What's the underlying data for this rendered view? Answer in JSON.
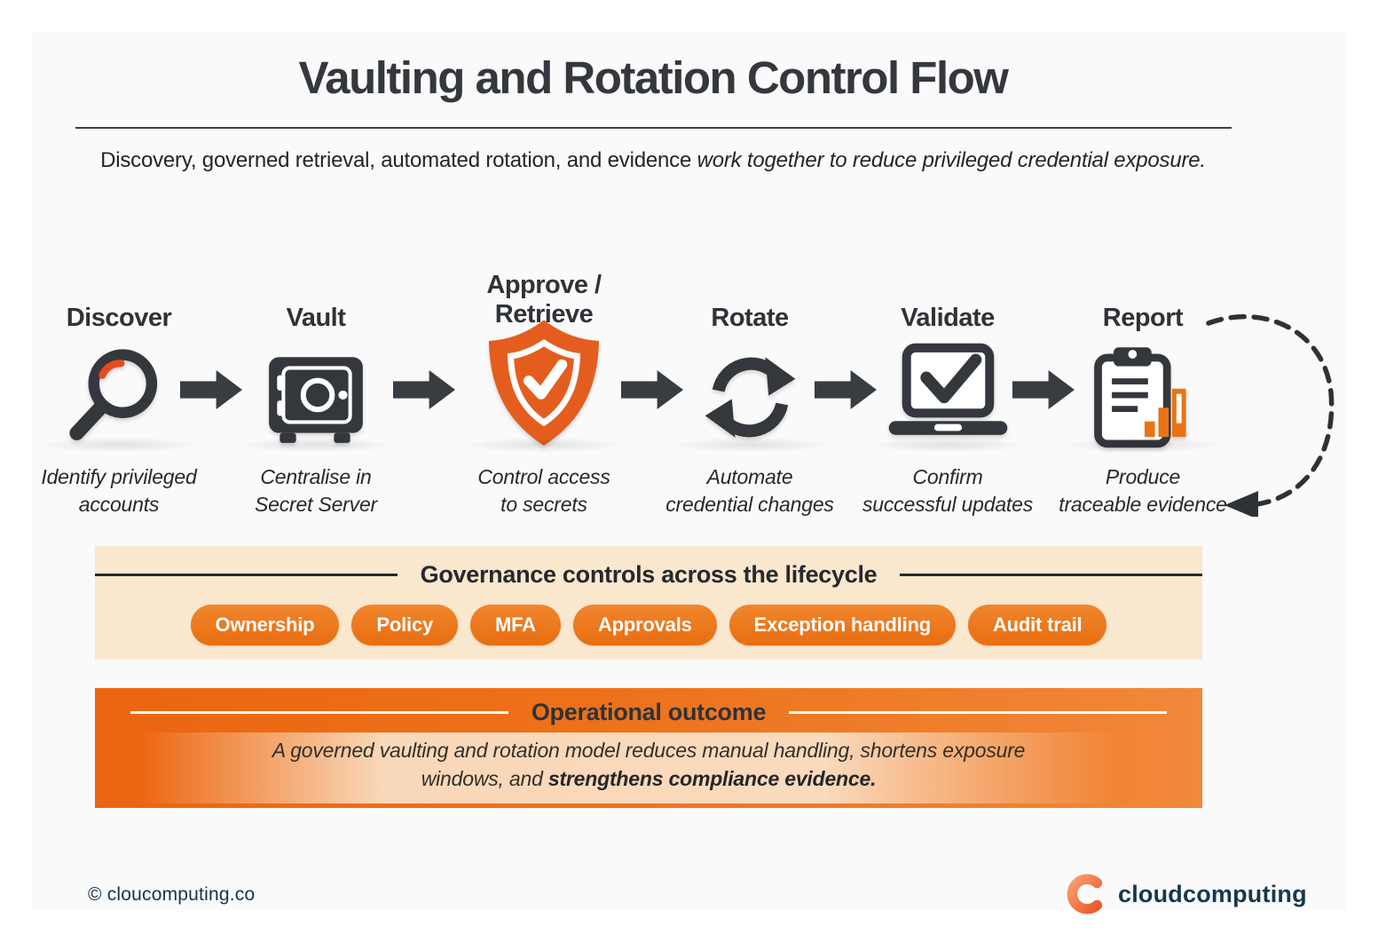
{
  "header": {
    "title": "Vaulting and Rotation Control Flow",
    "subtitle_lead": "Discovery, governed retrieval, automated rotation, and evidence ",
    "subtitle_emphasis": "work together to reduce privileged credential exposure."
  },
  "flow": {
    "steps": [
      {
        "label": "Discover",
        "icon": "magnifier-icon",
        "caption": "Identify privileged\naccounts"
      },
      {
        "label": "Vault",
        "icon": "safe-icon",
        "caption": "Centralise in\nSecret Server"
      },
      {
        "label": "Approve / Retrieve",
        "icon": "shield-check-icon",
        "caption": "Control access\nto secrets"
      },
      {
        "label": "Rotate",
        "icon": "rotate-arrows-icon",
        "caption": "Automate\ncredential changes"
      },
      {
        "label": "Validate",
        "icon": "laptop-check-icon",
        "caption": "Confirm\nsuccessful updates"
      },
      {
        "label": "Report",
        "icon": "clipboard-chart-icon",
        "caption": "Produce\ntraceable evidence"
      }
    ]
  },
  "governance": {
    "title": "Governance controls across the lifecycle",
    "pills": [
      "Ownership",
      "Policy",
      "MFA",
      "Approvals",
      "Exception handling",
      "Audit trail"
    ]
  },
  "outcome": {
    "title": "Operational outcome",
    "body_lead": "A governed vaulting and rotation model reduces manual handling, shortens exposure\nwindows, and ",
    "body_emphasis": "strengthens compliance evidence."
  },
  "footer": {
    "copyright": "© cloucomputing.co",
    "brand": "cloudcomputing"
  },
  "colors": {
    "dark": "#34383C",
    "accent_orange": "#E8611C",
    "pill_orange": "#EE7C1E",
    "band_cream": "#F9E7CE",
    "bar_orange": "#E87316",
    "navy": "#16384F"
  }
}
